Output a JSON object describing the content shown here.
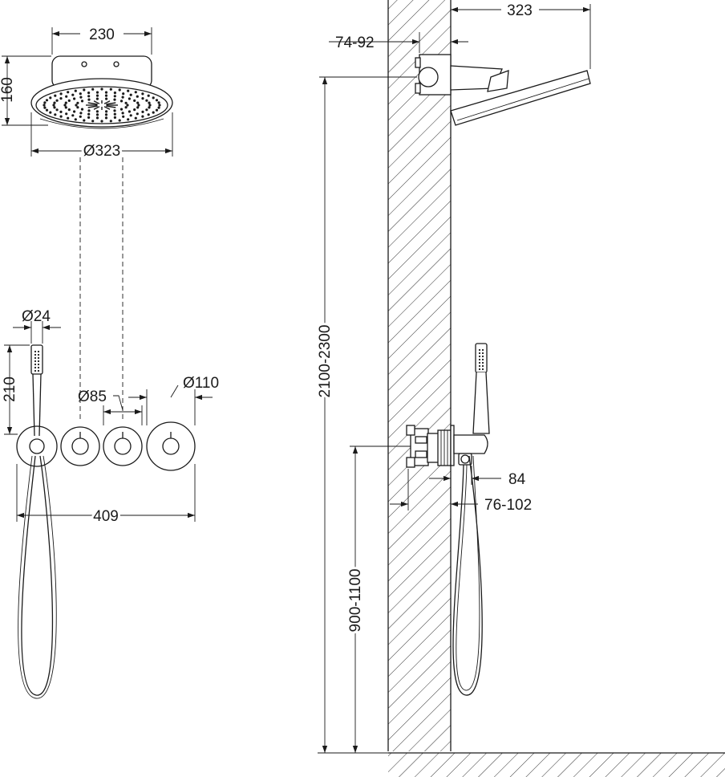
{
  "front_view": {
    "head_width_label": "230",
    "head_height_label": "160",
    "head_diameter_label": "Ø323",
    "handshower_diameter_label": "Ø24",
    "handshower_height_label": "210",
    "valve_diameter_label": "Ø85",
    "rosette_diameter_label": "Ø110",
    "total_width_label": "409"
  },
  "side_view": {
    "arm_projection_label": "323",
    "arm_depth_label": "74-92",
    "head_height_label": "2100-2300",
    "valve_projection_label": "84",
    "valve_depth_label": "76-102",
    "valve_height_label": "900-1100"
  }
}
